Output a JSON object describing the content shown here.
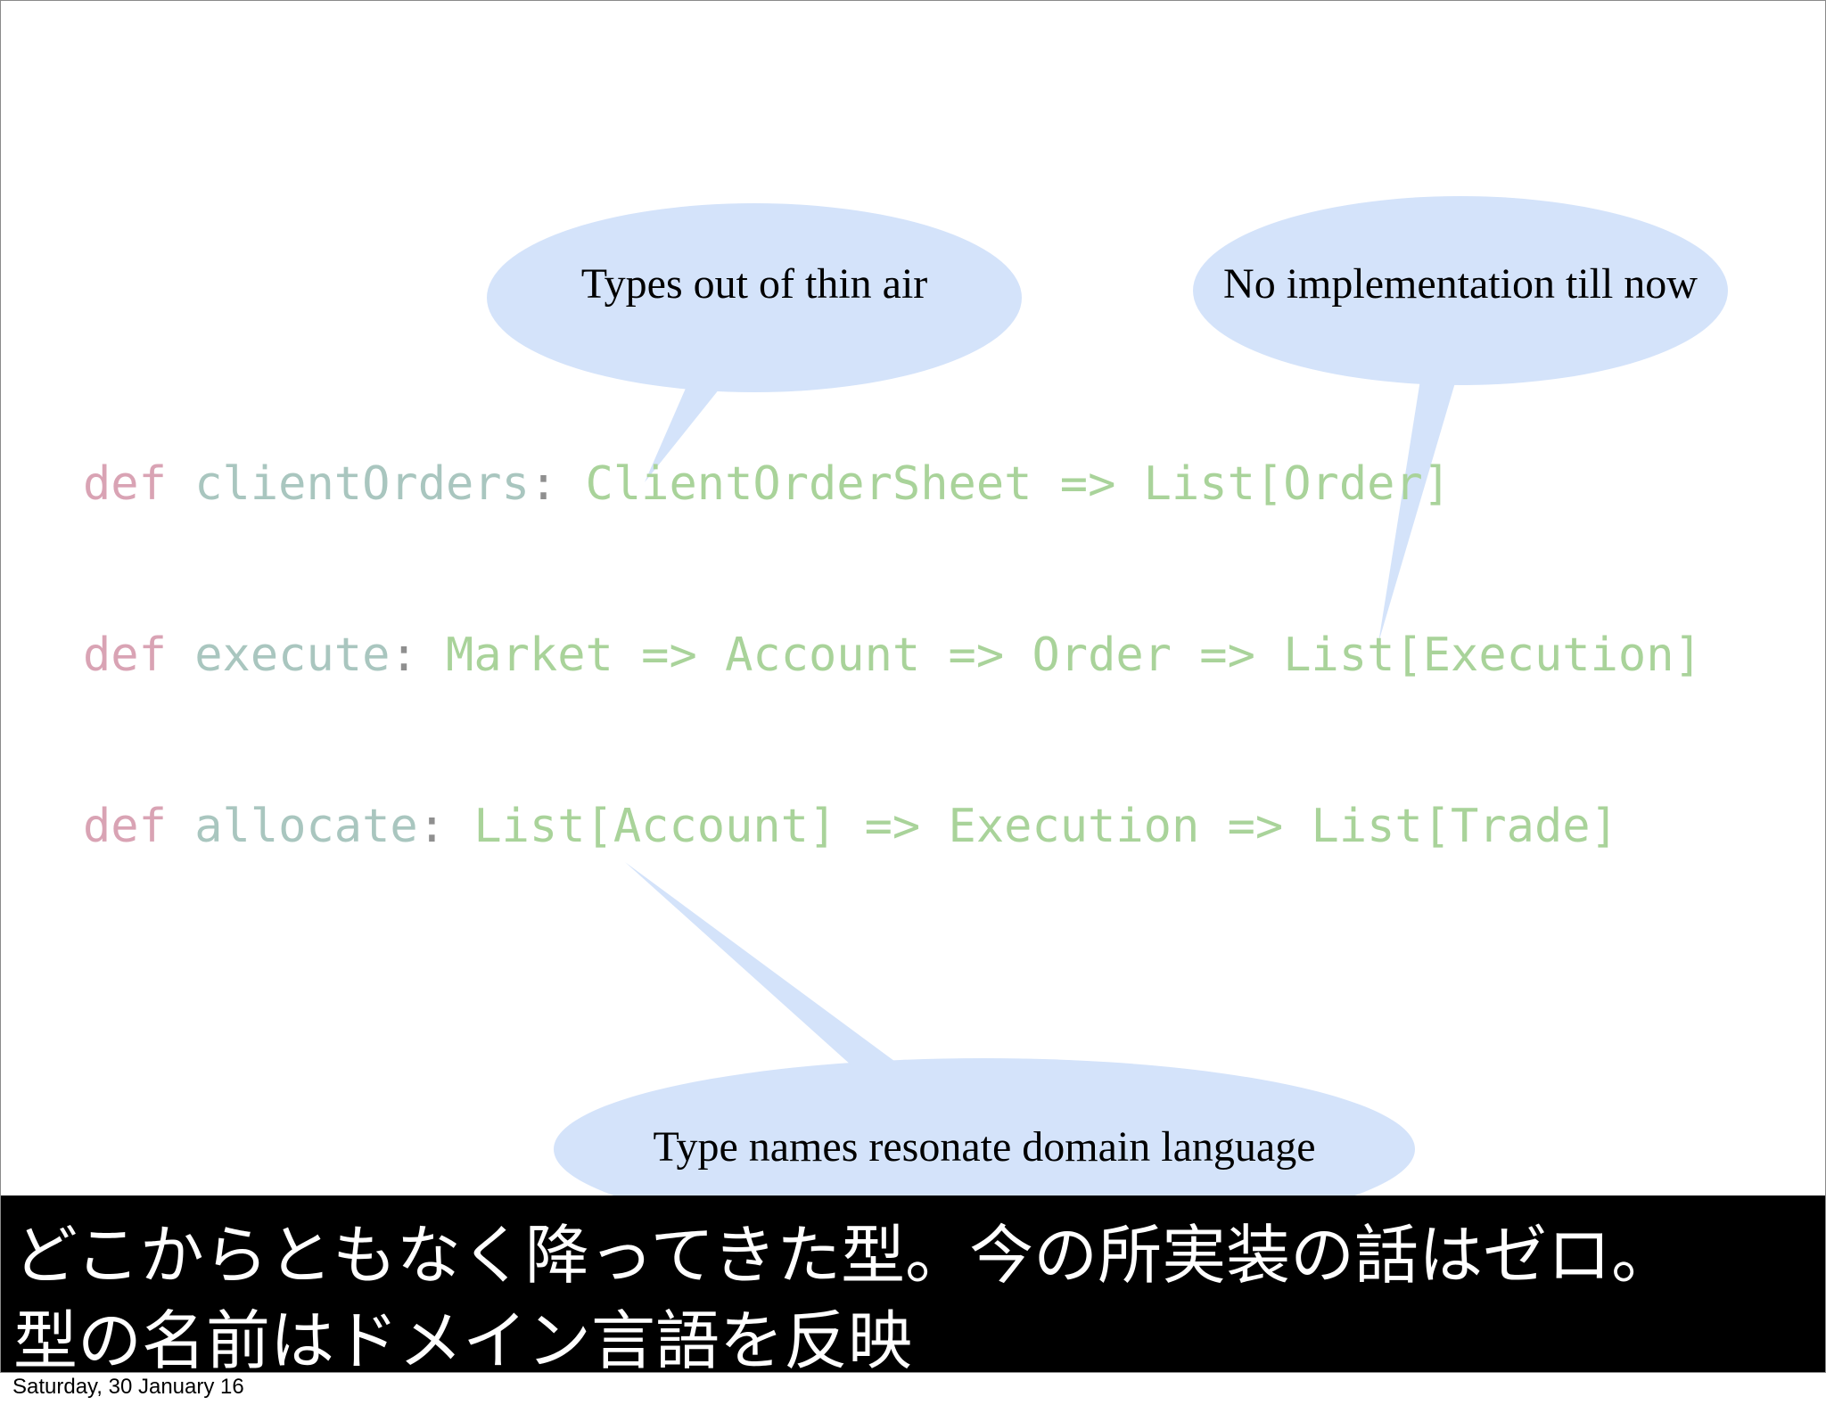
{
  "callouts": {
    "top_left": "Types out of thin air",
    "top_right": "No implementation till now",
    "bottom": "Type names resonate domain language"
  },
  "code": {
    "line1": {
      "keyword": "def",
      "name": "clientOrders",
      "colon": ":",
      "types": "ClientOrderSheet => List[Order]"
    },
    "line2": {
      "keyword": "def",
      "name": "execute",
      "colon": ":",
      "types": "Market => Account => Order => List[Execution]"
    },
    "line3": {
      "keyword": "def",
      "name": "allocate",
      "colon": ":",
      "types": "List[Account] => Execution => List[Trade]"
    }
  },
  "subtitles": {
    "line1": "どこからともなく降ってきた型。今の所実装の話はゼロ。",
    "line2": "型の名前はドメイン言語を反映"
  },
  "footer": {
    "date": "Saturday, 30 January 16"
  },
  "colors": {
    "bubble": "#d4e3fa",
    "keyword": "#d9a3b4",
    "function_name": "#a9c6bf",
    "type": "#a9d39a",
    "subtitle_bg": "#000000"
  }
}
